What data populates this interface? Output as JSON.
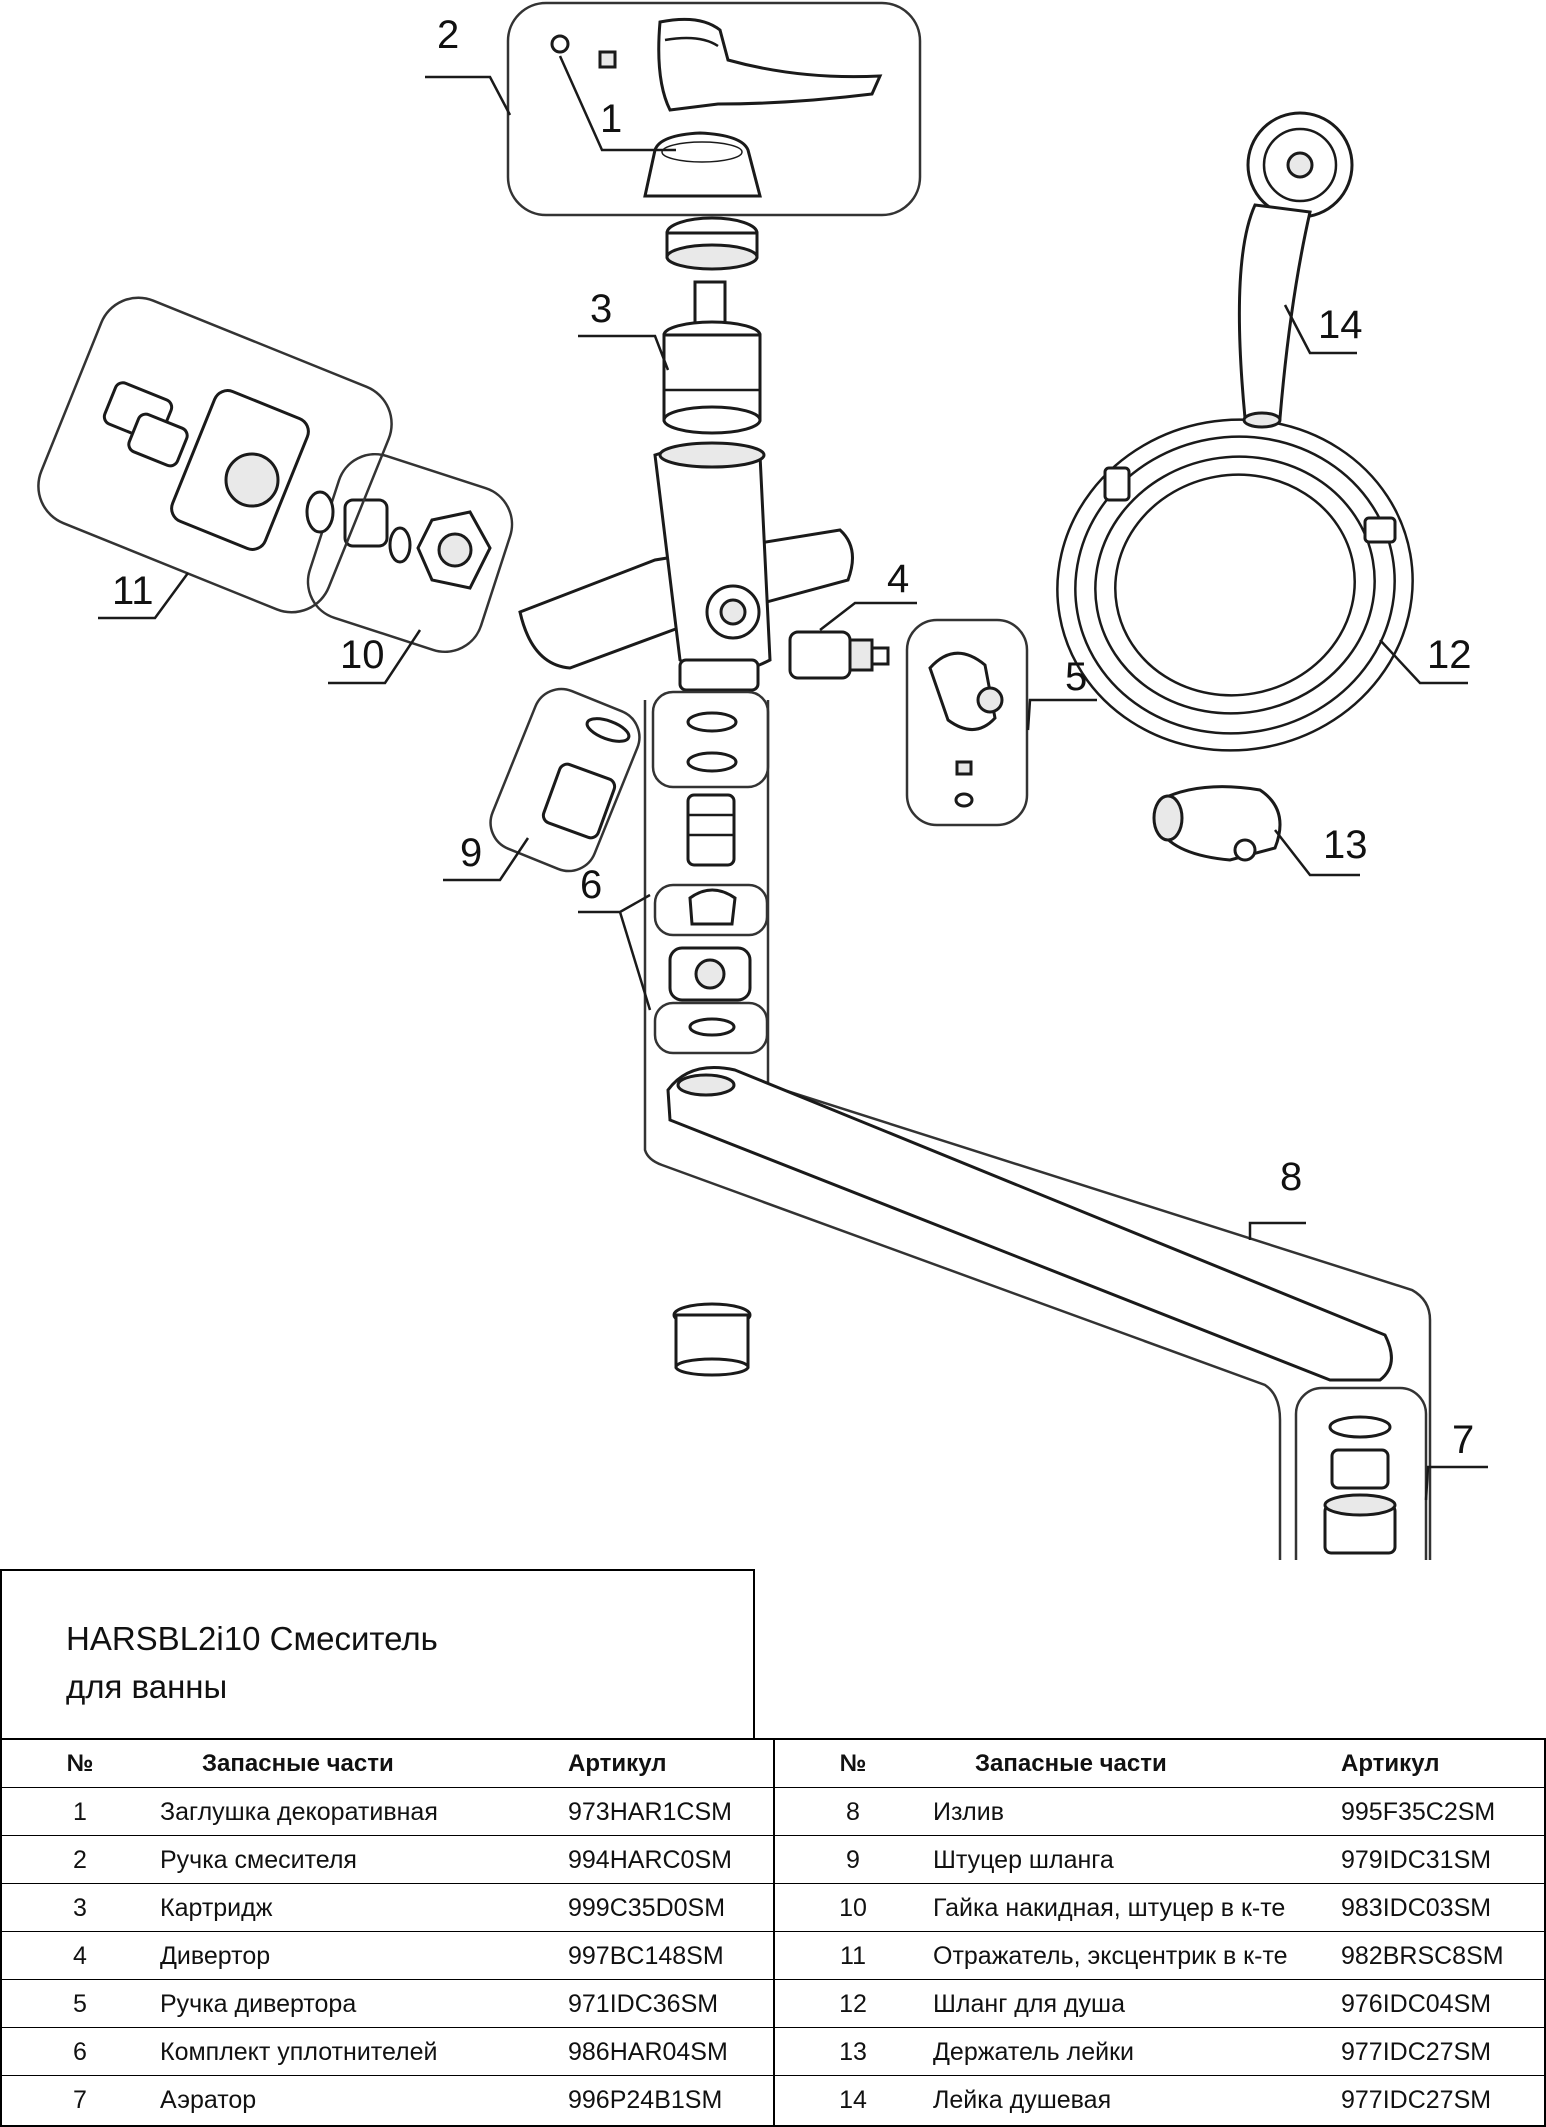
{
  "title": "HARSBL2i10 Смеситель\nдля ванны",
  "callouts": [
    "1",
    "2",
    "3",
    "4",
    "5",
    "6",
    "7",
    "8",
    "9",
    "10",
    "11",
    "12",
    "13",
    "14"
  ],
  "table": {
    "headers": {
      "number": "№",
      "part": "Запасные части",
      "article": "Артикул"
    },
    "left": [
      {
        "number": "1",
        "part": "Заглушка декоративная",
        "article": "973HAR1CSM"
      },
      {
        "number": "2",
        "part": "Ручка смесителя",
        "article": "994HARC0SM"
      },
      {
        "number": "3",
        "part": "Картридж",
        "article": "999C35D0SM"
      },
      {
        "number": "4",
        "part": "Дивертор",
        "article": "997BC148SM"
      },
      {
        "number": "5",
        "part": "Ручка дивертора",
        "article": "971IDC36SM"
      },
      {
        "number": "6",
        "part": "Комплект уплотнителей",
        "article": "986HAR04SM"
      },
      {
        "number": "7",
        "part": "Аэратор",
        "article": "996P24B1SM"
      }
    ],
    "right": [
      {
        "number": "8",
        "part": "Излив",
        "article": "995F35C2SM"
      },
      {
        "number": "9",
        "part": "Штуцер шланга",
        "article": "979IDC31SM"
      },
      {
        "number": "10",
        "part": "Гайка накидная, штуцер в к-те",
        "article": "983IDC03SM"
      },
      {
        "number": "11",
        "part": "Отражатель, эксцентрик в к-те",
        "article": "982BRSC8SM"
      },
      {
        "number": "12",
        "part": "Шланг для душа",
        "article": "976IDC04SM"
      },
      {
        "number": "13",
        "part": "Держатель лейки",
        "article": "977IDC27SM"
      },
      {
        "number": "14",
        "part": "Лейка душевая",
        "article": "977IDC27SM"
      }
    ]
  }
}
